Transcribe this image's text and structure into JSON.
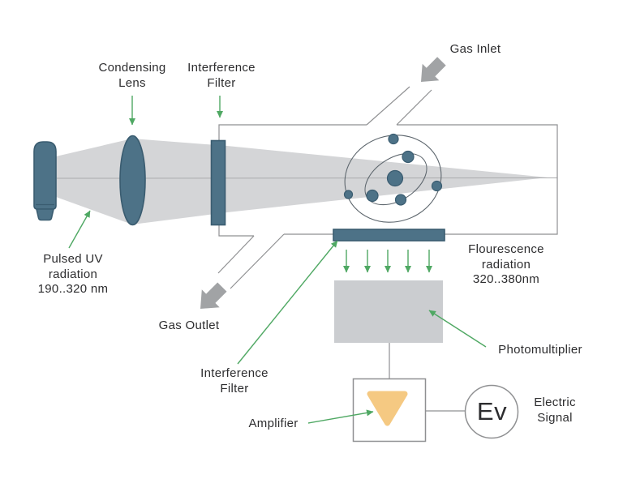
{
  "colors": {
    "teal": "#4d7287",
    "teal_border": "#3a5c70",
    "beam": "#d4d5d7",
    "outline": "#8f9092",
    "green": "#4fa863",
    "gray_arrow": "#a1a3a5",
    "photomultiplier": "#cbcdd0",
    "amplifier_triangle": "#f5c982",
    "text": "#2d2d2f"
  },
  "labels": {
    "condensing_lens": [
      "Condensing",
      "Lens"
    ],
    "interference_filter_top": [
      "Interference",
      "Filter"
    ],
    "gas_inlet": "Gas Inlet",
    "pulsed_uv_radiation": [
      "Pulsed UV",
      "radiation",
      "190..320 nm"
    ],
    "gas_outlet": "Gas Outlet",
    "interference_filter_bottom": [
      "Interference",
      "Filter"
    ],
    "amplifier": "Amplifier",
    "flourescence_radiation": [
      "Flourescence",
      "radiation",
      "320..380nm"
    ],
    "photomultiplier": "Photomultiplier",
    "electric_signal": [
      "Electric",
      "Signal"
    ],
    "electric_signal_symbol": "Ev"
  }
}
